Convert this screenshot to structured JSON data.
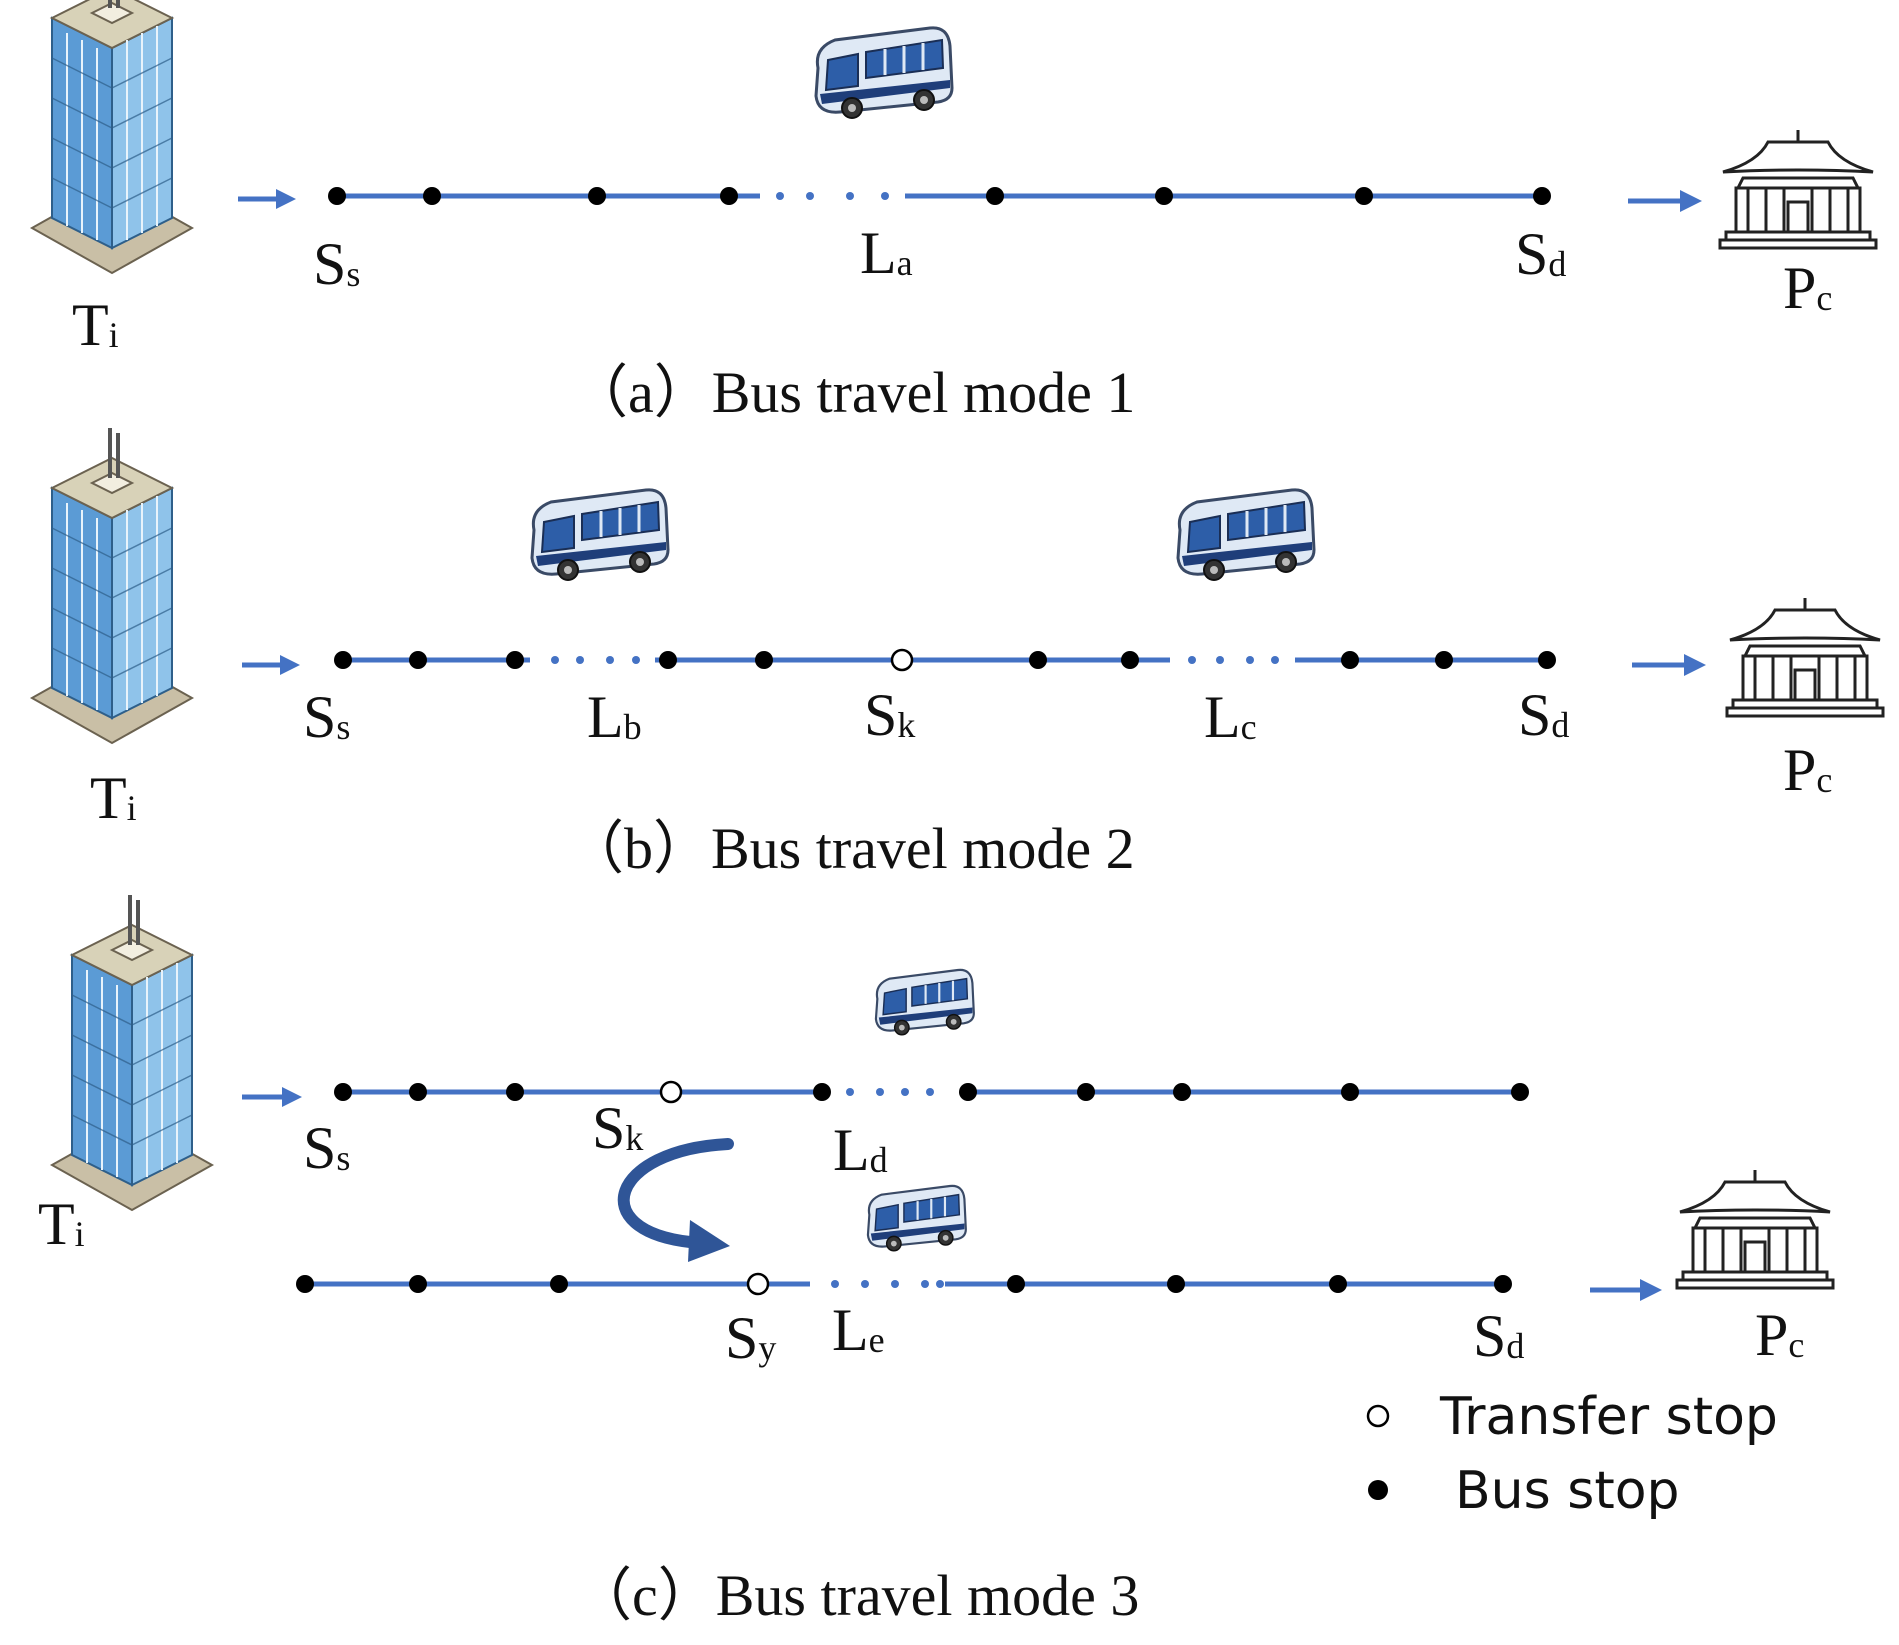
{
  "colors": {
    "route": "#4472C4",
    "stop": "#000000",
    "transfer_fill": "#ffffff",
    "arrow": "#4472C4",
    "curve_arrow": "#2F5597"
  },
  "icons": {
    "origin": "office-building-icon",
    "destination": "temple-icon",
    "vehicle": "bus-icon"
  },
  "panels": [
    {
      "caption": "（a）Bus travel mode 1",
      "origin": {
        "main": "T",
        "sub": "i"
      },
      "destination": {
        "main": "P",
        "sub": "c"
      },
      "labels": [
        {
          "main": "S",
          "sub": "s"
        },
        {
          "main": "L",
          "sub": "a"
        },
        {
          "main": "S",
          "sub": "d"
        }
      ]
    },
    {
      "caption": "（b）Bus travel mode 2",
      "origin": {
        "main": "T",
        "sub": "i"
      },
      "destination": {
        "main": "P",
        "sub": "c"
      },
      "labels": [
        {
          "main": "S",
          "sub": "s"
        },
        {
          "main": "L",
          "sub": "b"
        },
        {
          "main": "S",
          "sub": "k"
        },
        {
          "main": "L",
          "sub": "c"
        },
        {
          "main": "S",
          "sub": "d"
        }
      ]
    },
    {
      "caption": "（c）Bus travel mode 3",
      "origin": {
        "main": "T",
        "sub": "i"
      },
      "destination": {
        "main": "P",
        "sub": "c"
      },
      "labels": [
        {
          "main": "S",
          "sub": "s"
        },
        {
          "main": "S",
          "sub": "k"
        },
        {
          "main": "L",
          "sub": "d"
        },
        {
          "main": "S",
          "sub": "y"
        },
        {
          "main": "L",
          "sub": "e"
        },
        {
          "main": "S",
          "sub": "d"
        }
      ]
    }
  ],
  "legend": {
    "transfer_stop": "Transfer stop",
    "bus_stop": "Bus stop"
  }
}
